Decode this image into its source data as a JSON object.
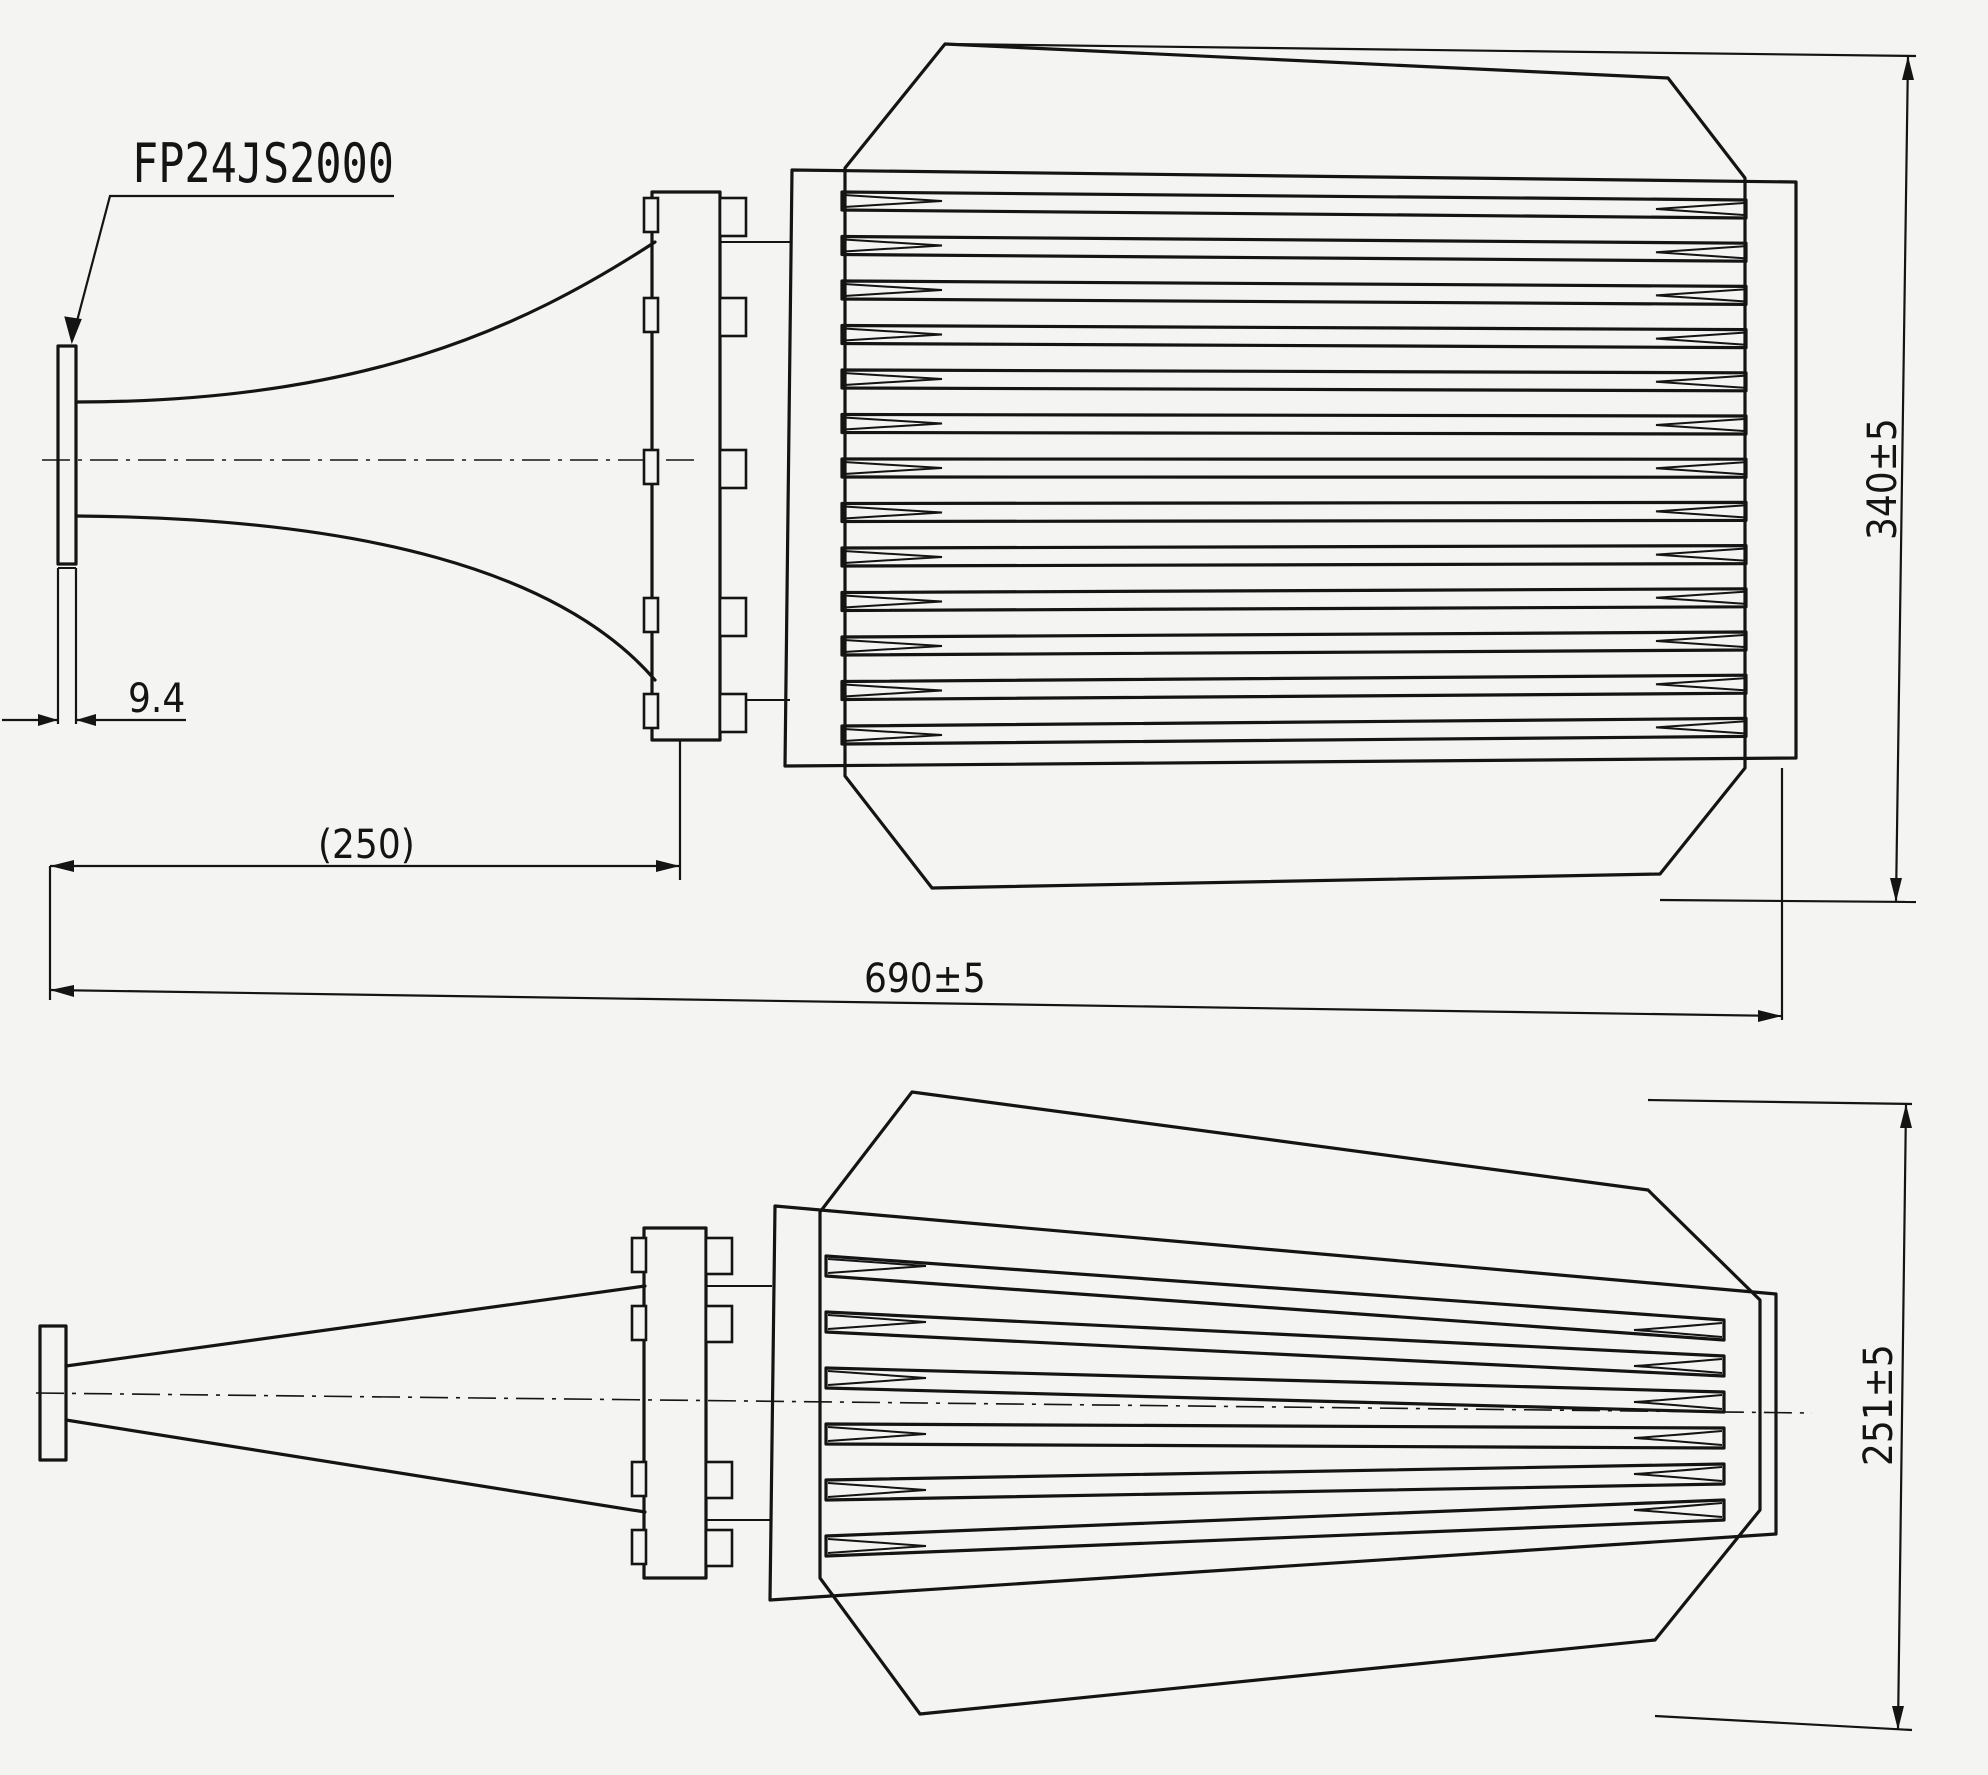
{
  "part_number": "FP24JS2000",
  "dimensions": {
    "flange_thickness": "9.4",
    "horn_length": "(250)",
    "overall_length": "690±5",
    "height_top_view": "340±5",
    "height_side_view": "251±5"
  },
  "views": {
    "top_view_slot_count": 13,
    "side_view_slot_count": 6
  }
}
